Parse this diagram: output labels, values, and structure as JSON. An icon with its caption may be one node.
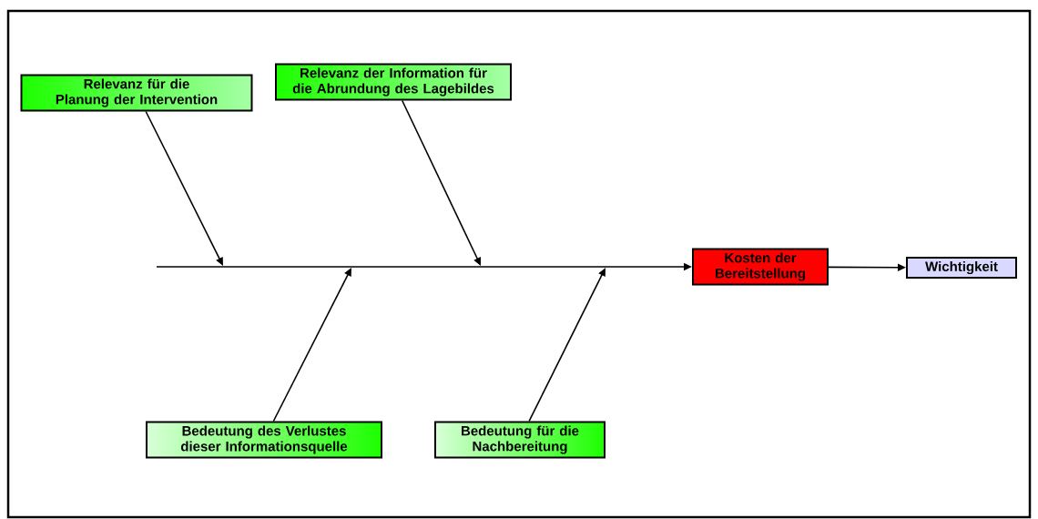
{
  "diagram": {
    "nodes": [
      {
        "text": [
          "Relevanz für die Planung der Intervention"
        ]
      },
      {
        "text": [
          "Relevanz der Information für die Abrundung des Lagebildes"
        ]
      },
      {
        "text": [
          "Bedeutung des Verlustes dieser Informationsquelle"
        ]
      },
      {
        "text": [
          "Bedeutung für die Nachbereitung"
        ]
      },
      {
        "text": [
          "Kosten der Bereitstellung"
        ]
      },
      {
        "text": [
          "Wichtigkeit"
        ]
      }
    ],
    "edges": [
      {
        "from": 0,
        "to": null,
        "arrow": "to"
      },
      {
        "from": 1,
        "to": null,
        "arrow": "to"
      },
      {
        "from": 2,
        "to": null,
        "arrow": "to"
      },
      {
        "from": 3,
        "to": null,
        "arrow": "to"
      },
      {
        "from": null,
        "to": 4,
        "arrow": "to"
      },
      {
        "from": 4,
        "to": 5,
        "arrow": "to"
      }
    ]
  }
}
